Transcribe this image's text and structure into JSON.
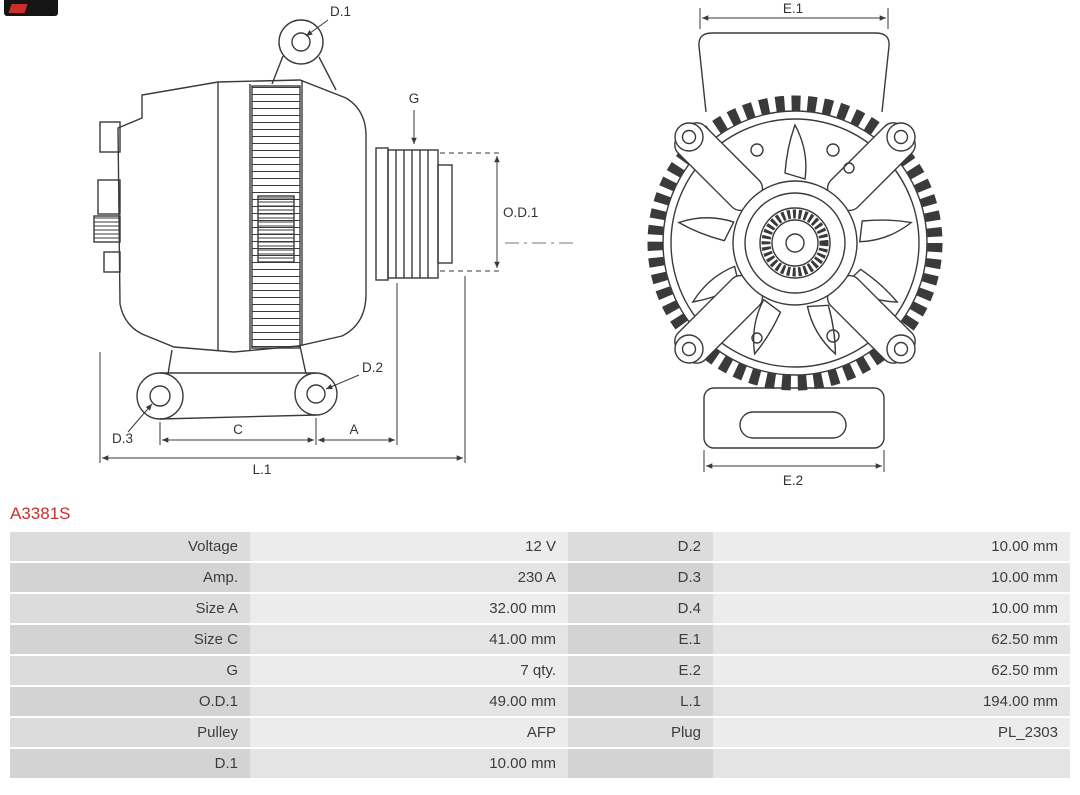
{
  "part_number": "A3381S",
  "diagram": {
    "labels": {
      "d1": "D.1",
      "g": "G",
      "od1": "O.D.1",
      "d2": "D.2",
      "d3": "D.3",
      "c": "C",
      "a": "A",
      "l1": "L.1",
      "e1": "E.1",
      "e2": "E.2"
    }
  },
  "table": {
    "rows": [
      {
        "label": "Voltage",
        "value": "12 V",
        "label2": "D.2",
        "value2": "10.00 mm"
      },
      {
        "label": "Amp.",
        "value": "230 A",
        "label2": "D.3",
        "value2": "10.00 mm"
      },
      {
        "label": "Size A",
        "value": "32.00 mm",
        "label2": "D.4",
        "value2": "10.00 mm"
      },
      {
        "label": "Size C",
        "value": "41.00 mm",
        "label2": "E.1",
        "value2": "62.50 mm"
      },
      {
        "label": "G",
        "value": "7 qty.",
        "label2": "E.2",
        "value2": "62.50 mm"
      },
      {
        "label": "O.D.1",
        "value": "49.00 mm",
        "label2": "L.1",
        "value2": "194.00 mm"
      },
      {
        "label": "Pulley",
        "value": "AFP",
        "label2": "Plug",
        "value2": "PL_2303"
      },
      {
        "label": "D.1",
        "value": "10.00 mm",
        "label2": "",
        "value2": ""
      }
    ]
  },
  "colors": {
    "part_red": "#c9302c",
    "line": "#3a3a3a",
    "cell_label_bg": "#dcdcdc",
    "cell_value_bg": "#ececec",
    "cell_label_bg_alt": "#d3d3d3",
    "cell_value_bg_alt": "#e4e4e4"
  }
}
